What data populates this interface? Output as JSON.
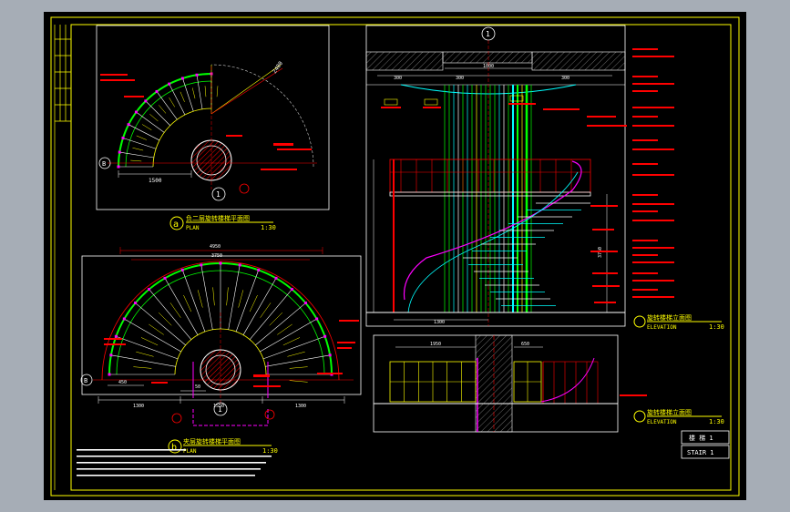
{
  "sheet": {
    "grid_label": "1",
    "title_block": {
      "code": "楼 梯 1",
      "sheet": "STAIR 1"
    }
  },
  "plan_a": {
    "marker": "a",
    "title_cn": "负二层旋转楼梯平面图",
    "title_en": "PLAN",
    "scale": "1:30",
    "axis": "B",
    "grid": "1",
    "dims": [
      "1500",
      "2400"
    ]
  },
  "plan_b": {
    "marker": "b",
    "title_cn": "夹层旋转楼梯平面图",
    "title_en": "PLAN",
    "scale": "1:30",
    "axis": "B",
    "grid": "1",
    "dims": [
      "4950",
      "3750",
      "1300",
      "1550",
      "1300",
      "450",
      "50"
    ]
  },
  "elevation_1": {
    "title_cn": "旋转楼梯立面图",
    "title_en": "ELEVATION",
    "scale": "1:30",
    "grid": "1",
    "dims": [
      "300",
      "300",
      "1000",
      "300",
      "3750",
      "1300"
    ]
  },
  "elevation_2": {
    "title_cn": "旋转楼梯立面图",
    "title_en": "ELEVATION",
    "scale": "1:30",
    "dims": [
      "1950",
      "650"
    ]
  },
  "colors": {
    "yellow": "#ffff00",
    "green": "#00ff00",
    "red": "#ff0000",
    "cyan": "#00ffff",
    "magenta": "#ff00ff",
    "white": "#ffffff",
    "orange": "#ff8000"
  }
}
